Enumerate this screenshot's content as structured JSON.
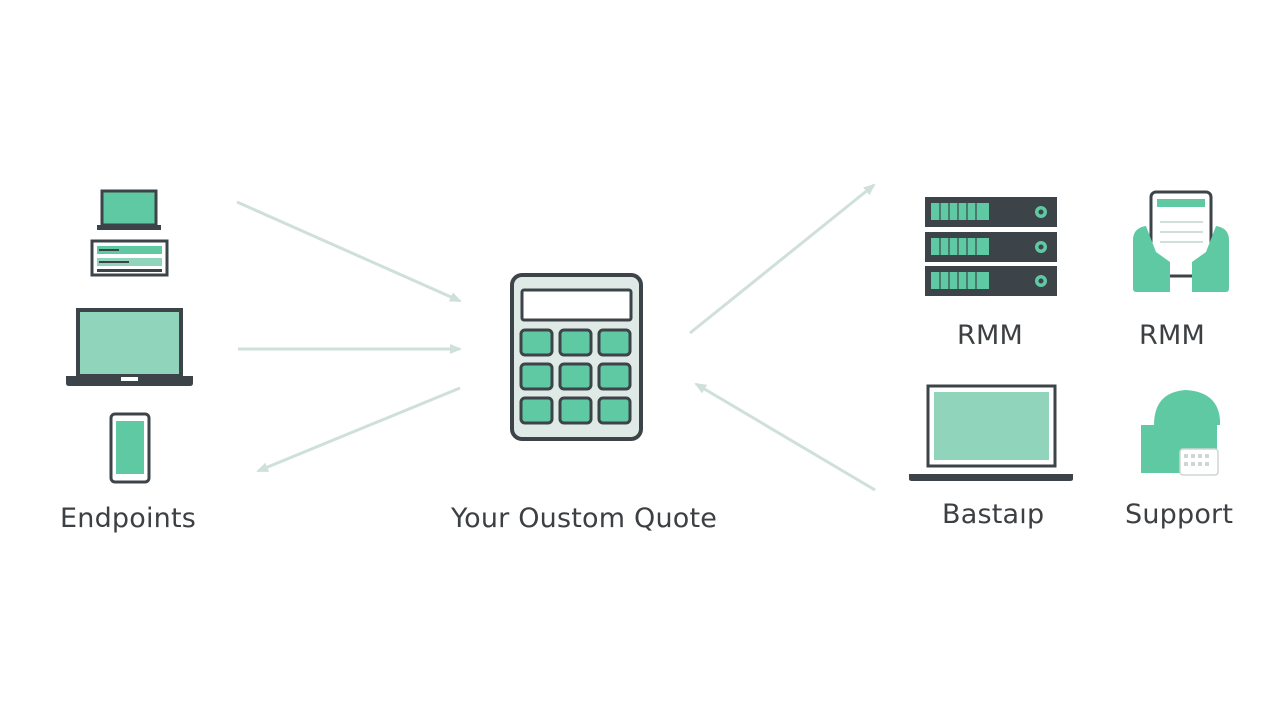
{
  "labels": {
    "endpoints": "Endpoints",
    "quote": "Your Oustom Quote",
    "rmm_primary": "RMM",
    "rmm_secondary": "RMM",
    "backup": "Bastaıp",
    "support": "Support"
  },
  "colors": {
    "accent": "#5fc9a3",
    "accent_light": "#8fd4bb",
    "outline": "#3d4449",
    "arrow": "#cfe0dc",
    "text": "#3d4043",
    "calc_body": "#dfeae6"
  },
  "icons": {
    "endpoint_icons": [
      "small-laptop-icon",
      "monitor-icon",
      "laptop-icon",
      "phone-icon"
    ],
    "center_icon": "calculator-icon",
    "service_icons": [
      "server-rack-icon",
      "tablet-hands-icon",
      "laptop-icon",
      "cloud-shield-icon"
    ]
  }
}
